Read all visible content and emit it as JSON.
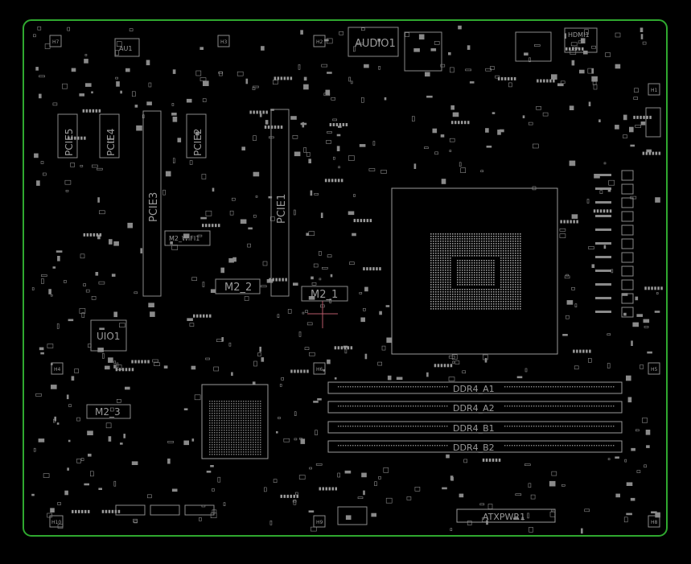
{
  "colors": {
    "background": "#000000",
    "board_outline": "#2fa82f",
    "silk": "#cfcfcf",
    "silk_dim": "#8a8a8a",
    "marker": "#b85a6a"
  },
  "labels": {
    "audio": "AUDIO1",
    "hdmi": "HDMI1",
    "pcie1": "PCIE1",
    "pcie2": "PCIE2",
    "pcie3": "PCIE3",
    "pcie4": "PCIE4",
    "pcie5": "PCIE5",
    "m2_wifi": "M2_WIFI1",
    "m2_1": "M2_1",
    "m2_2": "M2_2",
    "m2_3": "M2_3",
    "uio": "UIO1",
    "au": "AU1",
    "ddr_a1": "DDR4_A1",
    "ddr_a2": "DDR4_A2",
    "ddr_b1": "DDR4_B1",
    "ddr_b2": "DDR4_B2",
    "atx": "ATXPWR1",
    "h1": "H1",
    "h2": "H2",
    "h3": "H3",
    "h4": "H4",
    "h5": "H5",
    "h6": "H6",
    "h7": "H7",
    "h8": "H8",
    "h9": "H9",
    "h10": "H10"
  }
}
